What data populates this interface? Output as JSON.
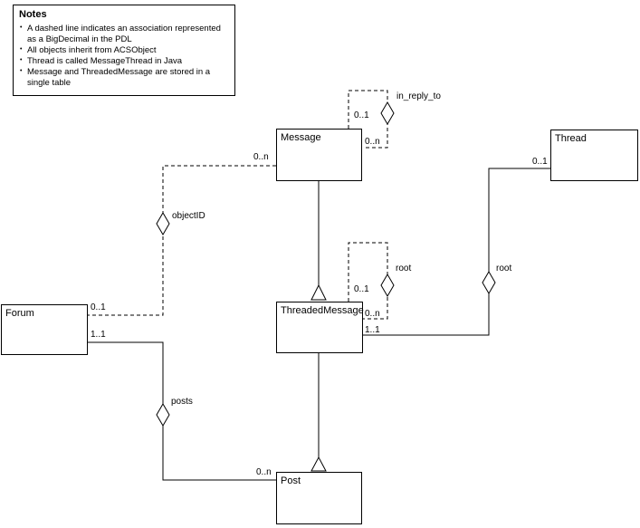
{
  "colors": {
    "background": "#ffffff",
    "line": "#000000"
  },
  "notes": {
    "title": "Notes",
    "bullet": "•",
    "items": [
      "A dashed line indicates an association represented as a BigDecimal in the PDL",
      "All objects inherit from ACSObject",
      "Thread is called MessageThread in Java",
      "Message and ThreadedMessage are stored in a single table"
    ]
  },
  "entities": [
    {
      "id": "message",
      "label": "Message"
    },
    {
      "id": "thread",
      "label": "Thread"
    },
    {
      "id": "threaded-message",
      "label": "ThreadedMessage"
    },
    {
      "id": "forum",
      "label": "Forum"
    },
    {
      "id": "post",
      "label": "Post"
    }
  ],
  "labels": [
    {
      "id": "in-reply-to",
      "text": "in_reply_to"
    },
    {
      "id": "in-reply-to-mult-top",
      "text": "0..1"
    },
    {
      "id": "in-reply-to-mult-bottom",
      "text": "0..n"
    },
    {
      "id": "objectid-mult-message",
      "text": "0..n"
    },
    {
      "id": "objectid",
      "text": "objectID"
    },
    {
      "id": "objectid-mult-forum",
      "text": "0..1"
    },
    {
      "id": "thread-root-mult-thread",
      "text": "0..1"
    },
    {
      "id": "thread-root",
      "text": "root"
    },
    {
      "id": "self-root",
      "text": "root"
    },
    {
      "id": "self-root-mult-top",
      "text": "0..1"
    },
    {
      "id": "self-root-mult-bottom",
      "text": "0..n"
    },
    {
      "id": "thread-root-mult-tm",
      "text": "1..1"
    },
    {
      "id": "posts-mult-forum",
      "text": "1..1"
    },
    {
      "id": "posts",
      "text": "posts"
    },
    {
      "id": "posts-mult-post",
      "text": "0..n"
    }
  ]
}
